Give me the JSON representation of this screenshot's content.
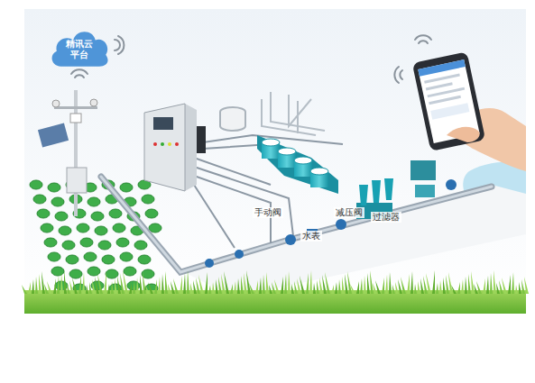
{
  "diagram": {
    "nodes": [
      {
        "text": [
          "精讯云 平台"
        ]
      }
    ],
    "labels": [
      "手动阀",
      "水表",
      "减压阀",
      "过滤器"
    ]
  }
}
